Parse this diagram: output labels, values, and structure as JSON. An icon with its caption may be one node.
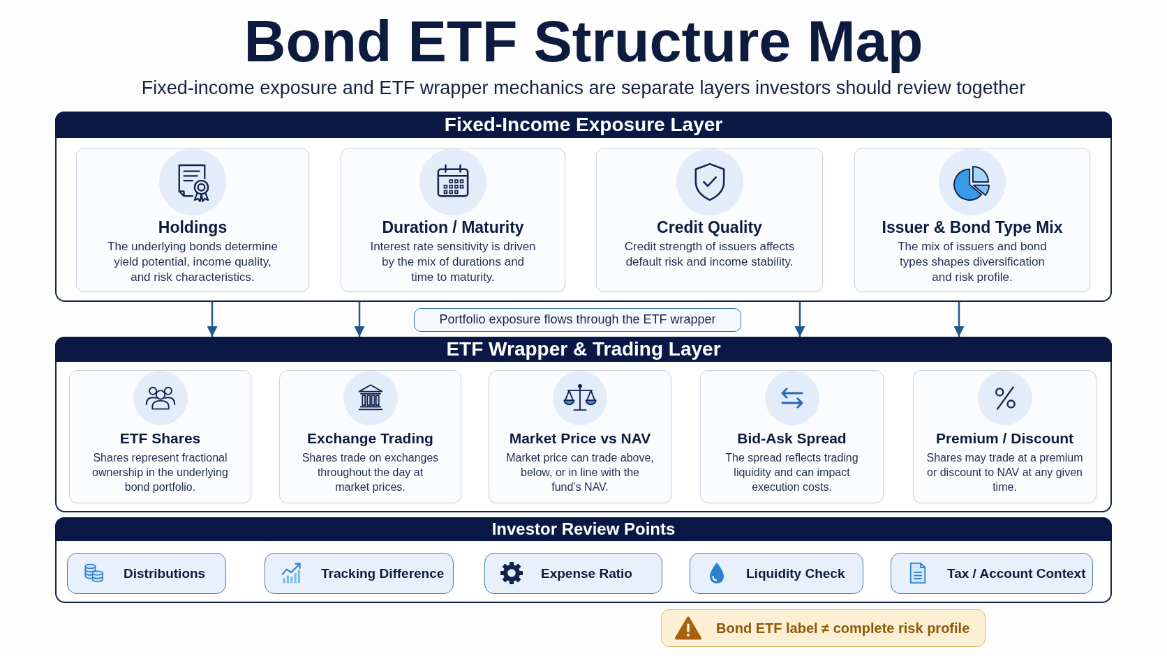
{
  "diagram": {
    "title": "Bond ETF Structure Map",
    "nodes": [
      {
        "text": [
          "Fixed-Income Exposure Layer"
        ]
      },
      {
        "text": [
          "Holdings",
          "The underlying bonds determine yield potential, income quality, and risk characteristics."
        ],
        "in": 0
      },
      {
        "text": [
          "Duration / Maturity",
          "Interest rate sensitivity is driven by the mix of durations and time to maturity."
        ],
        "in": 0
      },
      {
        "text": [
          "Credit Quality",
          "Credit strength of issuers affects default risk and income stability."
        ],
        "in": 0
      },
      {
        "text": [
          "Issuer & Bond Type Mix",
          "The mix of issuers and bond types shapes diversification and risk profile."
        ],
        "in": 0
      },
      {
        "text": [
          "Portfolio exposure flows through the ETF wrapper"
        ]
      },
      {
        "text": [
          "ETF Wrapper & Trading Layer"
        ]
      },
      {
        "text": [
          "ETF Shares",
          "Shares represent fractional ownership in the underlying bond portfolio."
        ],
        "in": 6
      },
      {
        "text": [
          "Exchange Trading",
          "Shares trade on exchanges throughout the day at market prices."
        ],
        "in": 6
      },
      {
        "text": [
          "Market Price vs NAV",
          "Market price can trade above, below, or in line with the fund’s NAV."
        ],
        "in": 6
      },
      {
        "text": [
          "Bid-Ask Spread",
          "The spread reflects trading liquidity and can impact execution costs."
        ],
        "in": 6
      },
      {
        "text": [
          "Premium / Discount",
          "Shares may trade at a premium or discount to NAV at any given time."
        ],
        "in": 6
      },
      {
        "text": [
          "Investor Review Points"
        ]
      },
      {
        "text": [
          "Distributions"
        ],
        "in": 12
      },
      {
        "text": [
          "Tracking Difference"
        ],
        "in": 12
      },
      {
        "text": [
          "Expense Ratio"
        ],
        "in": 12
      },
      {
        "text": [
          "Liquidity Check"
        ],
        "in": 12
      },
      {
        "text": [
          "Tax / Account Context"
        ],
        "in": 12
      },
      {
        "text": [
          "Bond ETF label ≠ complete risk profile"
        ]
      }
    ],
    "edges": [
      {
        "from": 0,
        "to": 6,
        "arrow": "to"
      },
      {
        "from": 0,
        "to": 6,
        "arrow": "to"
      },
      {
        "from": 0,
        "to": 6,
        "arrow": "to"
      },
      {
        "from": 0,
        "to": 6,
        "arrow": "to"
      }
    ],
    "labels": [
      "Fixed-income exposure and ETF wrapper mechanics are separate layers investors should review together"
    ]
  }
}
